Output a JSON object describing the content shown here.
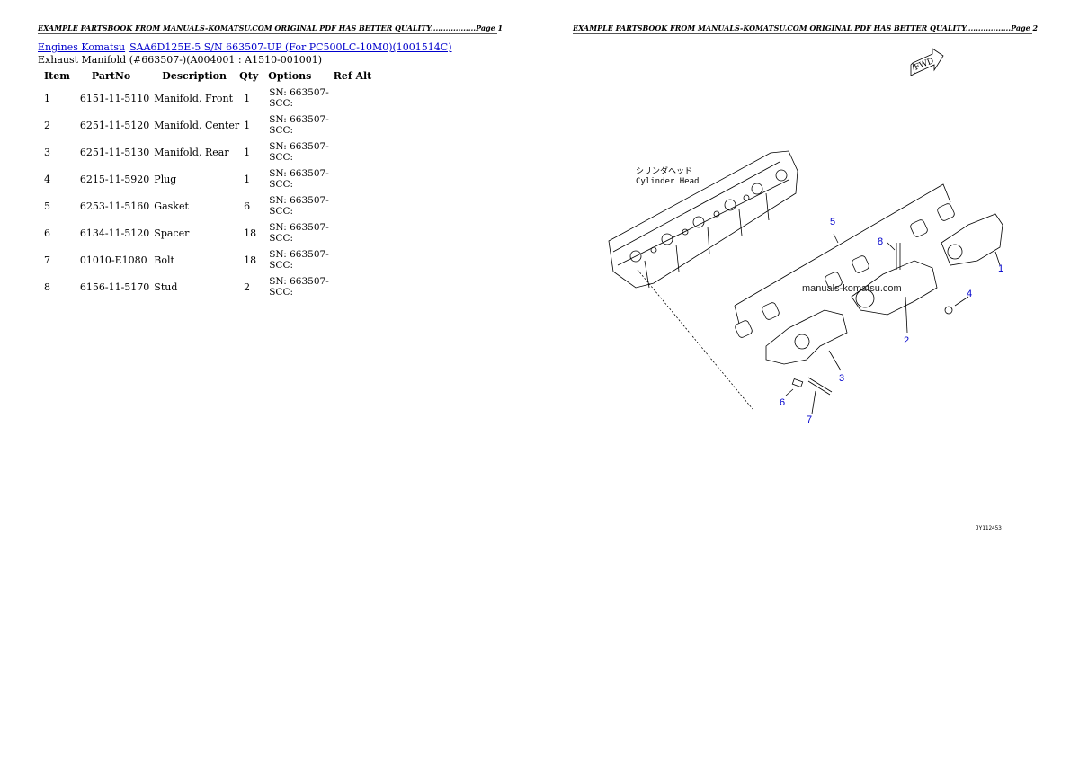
{
  "header": {
    "page1": "EXAMPLE PARTSBOOK FROM MANUALS-KOMATSU.COM ORIGINAL PDF HAS BETTER QUALITY..................Page 1",
    "page2": "EXAMPLE PARTSBOOK FROM MANUALS-KOMATSU.COM ORIGINAL PDF HAS BETTER QUALITY..................Page 2"
  },
  "breadcrumb": {
    "link1": "Engines Komatsu",
    "link2": "SAA6D125E-5 S/N 663507-UP (For PC500LC-10M0)(1001514C)"
  },
  "subtitle": "Exhaust Manifold (#663507-)(A004001 : A1510-001001)",
  "table": {
    "headers": [
      "Item",
      "PartNo",
      "Description",
      "Qty",
      "Options",
      "Ref Alt"
    ],
    "rows": [
      {
        "item": "1",
        "partno": "6151-11-5110",
        "desc": "Manifold, Front",
        "qty": "1",
        "opt1": "SN: 663507-",
        "opt2": "SCC:"
      },
      {
        "item": "2",
        "partno": "6251-11-5120",
        "desc": "Manifold, Center",
        "qty": "1",
        "opt1": "SN: 663507-",
        "opt2": "SCC:"
      },
      {
        "item": "3",
        "partno": "6251-11-5130",
        "desc": "Manifold, Rear",
        "qty": "1",
        "opt1": "SN: 663507-",
        "opt2": "SCC:"
      },
      {
        "item": "4",
        "partno": "6215-11-5920",
        "desc": "Plug",
        "qty": "1",
        "opt1": "SN: 663507-",
        "opt2": "SCC:"
      },
      {
        "item": "5",
        "partno": "6253-11-5160",
        "desc": "Gasket",
        "qty": "6",
        "opt1": "SN: 663507-",
        "opt2": "SCC:"
      },
      {
        "item": "6",
        "partno": "6134-11-5120",
        "desc": "Spacer",
        "qty": "18",
        "opt1": "SN: 663507-",
        "opt2": "SCC:"
      },
      {
        "item": "7",
        "partno": "01010-E1080",
        "desc": "Bolt",
        "qty": "18",
        "opt1": "SN: 663507-",
        "opt2": "SCC:"
      },
      {
        "item": "8",
        "partno": "6156-11-5170",
        "desc": "Stud",
        "qty": "2",
        "opt1": "SN: 663507-",
        "opt2": "SCC:"
      }
    ]
  },
  "diagram": {
    "fwd_label": "FWD",
    "head_label_jp": "シリンダヘッド",
    "head_label_en": "Cylinder Head",
    "watermark": "manuals-komatsu.com",
    "drawing_code": "JY112453",
    "callouts": [
      "1",
      "2",
      "3",
      "4",
      "5",
      "6",
      "7",
      "8"
    ],
    "callout_color": "#0000cc"
  }
}
